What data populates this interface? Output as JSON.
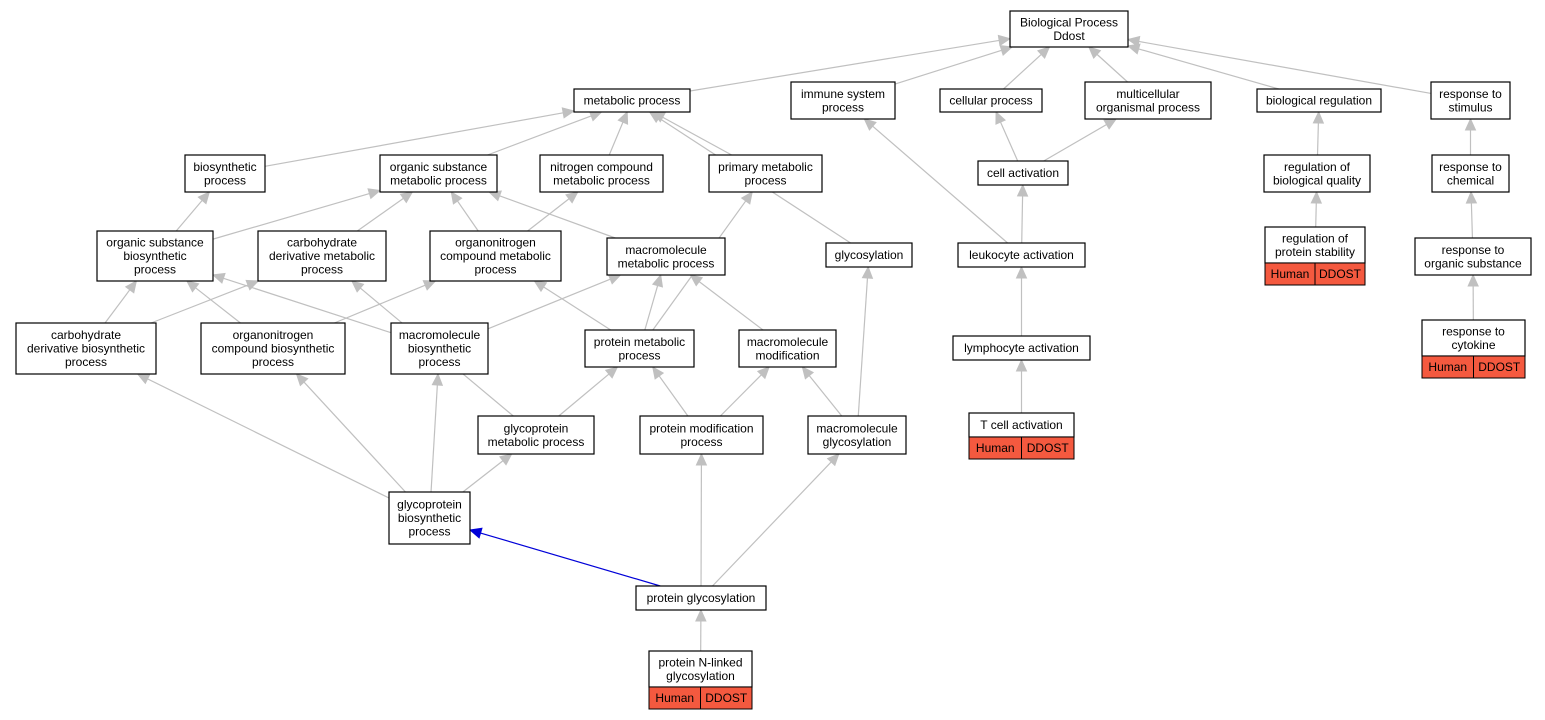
{
  "colors": {
    "edge": "#c0c0c0",
    "highlight_edge": "#0000d8",
    "annotation_fill": "#f4593f",
    "node_border": "#000000"
  },
  "nodes": [
    {
      "id": "root",
      "lines": [
        "Biological Process",
        "Ddost"
      ]
    },
    {
      "id": "metabolic",
      "lines": [
        "metabolic process"
      ]
    },
    {
      "id": "immune",
      "lines": [
        "immune system",
        "process"
      ]
    },
    {
      "id": "cellular",
      "lines": [
        "cellular process"
      ]
    },
    {
      "id": "multicellular",
      "lines": [
        "multicellular",
        "organismal process"
      ]
    },
    {
      "id": "bioreg",
      "lines": [
        "biological regulation"
      ]
    },
    {
      "id": "stimulus",
      "lines": [
        "response to",
        "stimulus"
      ]
    },
    {
      "id": "biosynthetic",
      "lines": [
        "biosynthetic",
        "process"
      ]
    },
    {
      "id": "orgsubmet",
      "lines": [
        "organic substance",
        "metabolic process"
      ]
    },
    {
      "id": "nitrogen",
      "lines": [
        "nitrogen compound",
        "metabolic process"
      ]
    },
    {
      "id": "primary",
      "lines": [
        "primary metabolic",
        "process"
      ]
    },
    {
      "id": "cellact",
      "lines": [
        "cell activation"
      ]
    },
    {
      "id": "regqual",
      "lines": [
        "regulation of",
        "biological quality"
      ]
    },
    {
      "id": "chemical",
      "lines": [
        "response to",
        "chemical"
      ]
    },
    {
      "id": "orgsubbio",
      "lines": [
        "organic substance",
        "biosynthetic",
        "process"
      ]
    },
    {
      "id": "carbmet",
      "lines": [
        "carbohydrate",
        "derivative metabolic",
        "process"
      ]
    },
    {
      "id": "orgnitmet",
      "lines": [
        "organonitrogen",
        "compound metabolic",
        "process"
      ]
    },
    {
      "id": "macromet",
      "lines": [
        "macromolecule",
        "metabolic process"
      ]
    },
    {
      "id": "glycosylation",
      "lines": [
        "glycosylation"
      ]
    },
    {
      "id": "leukocyte",
      "lines": [
        "leukocyte activation"
      ]
    },
    {
      "id": "regstab",
      "lines": [
        "regulation of",
        "protein stability"
      ],
      "tags": [
        "Human",
        "DDOST"
      ]
    },
    {
      "id": "orgsubresp",
      "lines": [
        "response to",
        "organic substance"
      ]
    },
    {
      "id": "carbbio",
      "lines": [
        "carbohydrate",
        "derivative biosynthetic",
        "process"
      ]
    },
    {
      "id": "orgnitbio",
      "lines": [
        "organonitrogen",
        "compound biosynthetic",
        "process"
      ]
    },
    {
      "id": "macrobio",
      "lines": [
        "macromolecule",
        "biosynthetic",
        "process"
      ]
    },
    {
      "id": "protmet",
      "lines": [
        "protein metabolic",
        "process"
      ]
    },
    {
      "id": "macromod",
      "lines": [
        "macromolecule",
        "modification"
      ]
    },
    {
      "id": "lymphocyte",
      "lines": [
        "lymphocyte activation"
      ]
    },
    {
      "id": "cytokine",
      "lines": [
        "response to",
        "cytokine"
      ],
      "tags": [
        "Human",
        "DDOST"
      ]
    },
    {
      "id": "glycoprotmet",
      "lines": [
        "glycoprotein",
        "metabolic process"
      ]
    },
    {
      "id": "protmod",
      "lines": [
        "protein modification",
        "process"
      ]
    },
    {
      "id": "macroglyc",
      "lines": [
        "macromolecule",
        "glycosylation"
      ]
    },
    {
      "id": "tcell",
      "lines": [
        "T cell activation"
      ],
      "tags": [
        "Human",
        "DDOST"
      ]
    },
    {
      "id": "glycoprotbio",
      "lines": [
        "glycoprotein",
        "biosynthetic",
        "process"
      ]
    },
    {
      "id": "protglyc",
      "lines": [
        "protein glycosylation"
      ]
    },
    {
      "id": "nlinked",
      "lines": [
        "protein N-linked",
        "glycosylation"
      ],
      "tags": [
        "Human",
        "DDOST"
      ]
    }
  ],
  "edges": [
    {
      "from": "metabolic",
      "to": "root"
    },
    {
      "from": "immune",
      "to": "root"
    },
    {
      "from": "cellular",
      "to": "root"
    },
    {
      "from": "multicellular",
      "to": "root"
    },
    {
      "from": "bioreg",
      "to": "root"
    },
    {
      "from": "stimulus",
      "to": "root"
    },
    {
      "from": "biosynthetic",
      "to": "metabolic"
    },
    {
      "from": "orgsubmet",
      "to": "metabolic"
    },
    {
      "from": "nitrogen",
      "to": "metabolic"
    },
    {
      "from": "primary",
      "to": "metabolic"
    },
    {
      "from": "glycosylation",
      "to": "metabolic"
    },
    {
      "from": "leukocyte",
      "to": "immune"
    },
    {
      "from": "cellact",
      "to": "cellular"
    },
    {
      "from": "cellact",
      "to": "multicellular"
    },
    {
      "from": "regqual",
      "to": "bioreg"
    },
    {
      "from": "chemical",
      "to": "stimulus"
    },
    {
      "from": "orgsubbio",
      "to": "biosynthetic"
    },
    {
      "from": "orgsubbio",
      "to": "orgsubmet"
    },
    {
      "from": "carbmet",
      "to": "orgsubmet"
    },
    {
      "from": "orgnitmet",
      "to": "orgsubmet"
    },
    {
      "from": "macromet",
      "to": "orgsubmet"
    },
    {
      "from": "orgnitmet",
      "to": "nitrogen"
    },
    {
      "from": "protmet",
      "to": "primary"
    },
    {
      "from": "leukocyte",
      "to": "cellact"
    },
    {
      "from": "regstab",
      "to": "regqual"
    },
    {
      "from": "orgsubresp",
      "to": "chemical"
    },
    {
      "from": "carbbio",
      "to": "orgsubbio"
    },
    {
      "from": "orgnitbio",
      "to": "orgsubbio"
    },
    {
      "from": "macrobio",
      "to": "orgsubbio"
    },
    {
      "from": "carbbio",
      "to": "carbmet"
    },
    {
      "from": "glycoprotmet",
      "to": "carbmet"
    },
    {
      "from": "orgnitbio",
      "to": "orgnitmet"
    },
    {
      "from": "protmet",
      "to": "orgnitmet"
    },
    {
      "from": "macrobio",
      "to": "macromet"
    },
    {
      "from": "protmet",
      "to": "macromet"
    },
    {
      "from": "macromod",
      "to": "macromet"
    },
    {
      "from": "macroglyc",
      "to": "glycosylation"
    },
    {
      "from": "lymphocyte",
      "to": "leukocyte"
    },
    {
      "from": "cytokine",
      "to": "orgsubresp"
    },
    {
      "from": "glycoprotbio",
      "to": "carbbio"
    },
    {
      "from": "glycoprotbio",
      "to": "orgnitbio"
    },
    {
      "from": "glycoprotbio",
      "to": "macrobio"
    },
    {
      "from": "glycoprotmet",
      "to": "protmet"
    },
    {
      "from": "protmod",
      "to": "protmet"
    },
    {
      "from": "protmod",
      "to": "macromod"
    },
    {
      "from": "macroglyc",
      "to": "macromod"
    },
    {
      "from": "tcell",
      "to": "lymphocyte"
    },
    {
      "from": "glycoprotbio",
      "to": "glycoprotmet"
    },
    {
      "from": "protglyc",
      "to": "protmod"
    },
    {
      "from": "protglyc",
      "to": "macroglyc"
    },
    {
      "from": "protglyc",
      "to": "glycoprotbio",
      "highlight": true
    },
    {
      "from": "nlinked",
      "to": "protglyc"
    }
  ]
}
